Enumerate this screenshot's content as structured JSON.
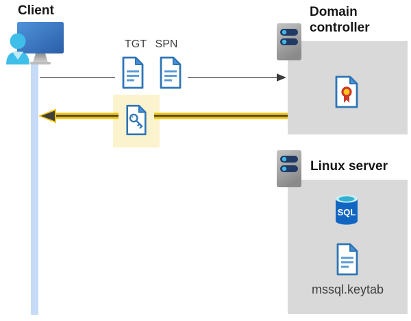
{
  "client": {
    "label": "Client"
  },
  "flow": {
    "tgt_label": "TGT",
    "spn_label": "SPN"
  },
  "domain_controller": {
    "label": "Domain controller"
  },
  "linux_server": {
    "label": "Linux server",
    "database_label": "SQL",
    "keytab_file": "mssql.keytab"
  },
  "colors": {
    "accent_yellow": "#f3c300",
    "arrow_dark": "#3f3f3f",
    "request_arrow_gray": "#58595b",
    "highlight_yellow": "#fbf3cd",
    "document_blue": "#2e75b6",
    "document_fill_blue": "#5b9bd5",
    "container_gray": "#d9d9d9",
    "timeline_blue": "#c5dbf7",
    "server_navy": "#203a64",
    "server_dot_blue": "#41b8e4",
    "sql_body_blue": "#1166c2",
    "cert_seal_yellow": "#ffc81e",
    "cert_seal_red": "#ce3728",
    "person_cyan": "#3ebee8"
  }
}
